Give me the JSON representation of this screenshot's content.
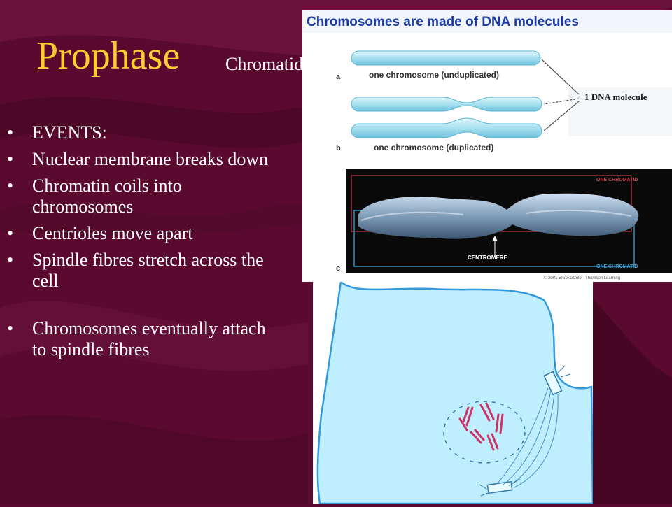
{
  "slide": {
    "title": "Prophase",
    "chromatid_label": "Chromatid",
    "chromatid_arrow": "→",
    "bullets": [
      "EVENTS:",
      "Nuclear membrane breaks down",
      "Chromatin coils into chromosomes",
      "Centrioles move apart",
      "Spindle fibres stretch across the cell",
      "Chromosomes eventually attach to spindle fibres"
    ]
  },
  "dna_figure": {
    "heading": "Chromosomes are made of DNA molecules",
    "label_a": "a",
    "caption_unduplicated": "one chromosome (unduplicated)",
    "label_b": "b",
    "caption_duplicated": "one chromosome (duplicated)",
    "callout": "1 DNA molecule",
    "label_c": "c",
    "one_chromatid_top": "ONE CHROMATID",
    "one_chromatid_bottom": "ONE CHROMATID",
    "centromere": "CENTROMERE",
    "credit": "© 2001 Brooks/Cole - Thomson Learning"
  },
  "colors": {
    "background": "#5a0a2e",
    "title": "#ffcc33",
    "text": "#ffffff",
    "heading_blue": "#1a3aa8",
    "chromosome_fill": "#a8e0ef",
    "cell_fill": "#bfefff",
    "cell_outline": "#3399dd",
    "chromosome_red": "#cc3366"
  }
}
